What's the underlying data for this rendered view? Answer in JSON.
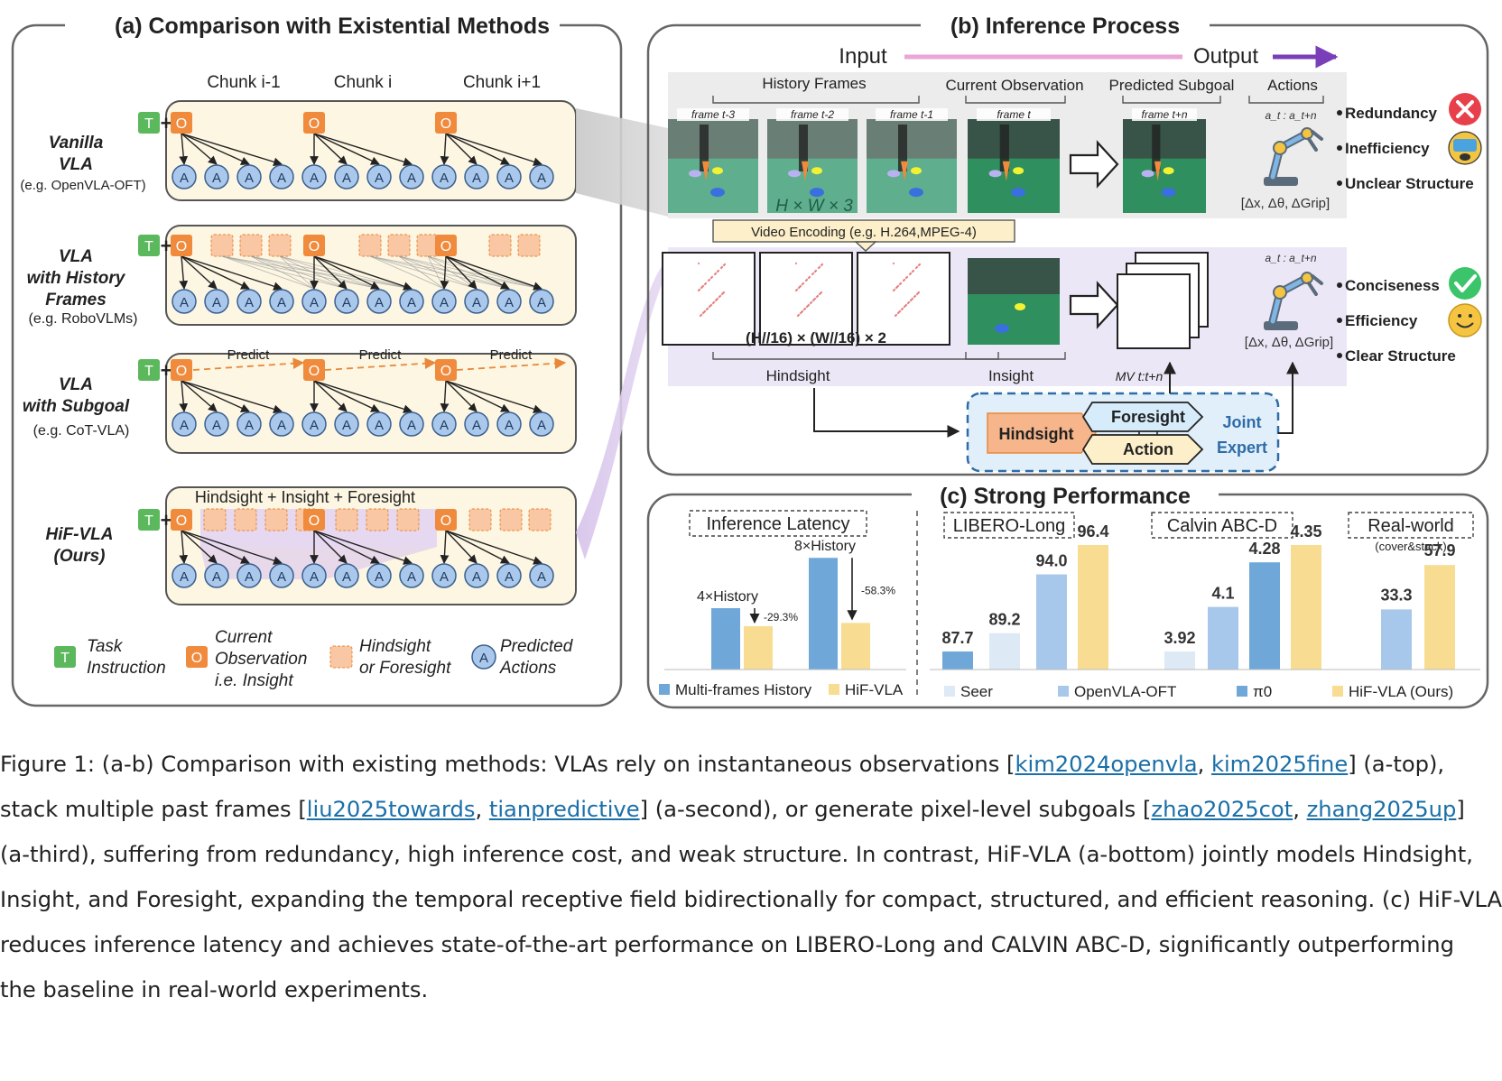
{
  "panel_a": {
    "title": "(a) Comparison with Existential Methods",
    "chunks": [
      "Chunk i-1",
      "Chunk i",
      "Chunk i+1"
    ],
    "rows": [
      {
        "name_lines": [
          "Vanilla",
          "VLA"
        ],
        "example": "(e.g. OpenVLA-OFT)"
      },
      {
        "name_lines": [
          "VLA",
          "with History",
          "Frames"
        ],
        "example": "(e.g. RoboVLMs)"
      },
      {
        "name_lines": [
          "VLA",
          "with Subgoal"
        ],
        "example": "(e.g. CoT-VLA)"
      },
      {
        "name_lines": [
          "HiF-VLA",
          "(Ours)"
        ],
        "example": ""
      }
    ],
    "predict_label": "Predict",
    "hif_label": "Hindsight + Insight + Foresight",
    "token_t": "T",
    "token_o": "O",
    "token_a": "A",
    "legend": {
      "task": [
        "Task",
        "Instruction"
      ],
      "obs": [
        "Current",
        "Observation",
        "i.e. Insight"
      ],
      "hind": [
        "Hindsight",
        "or Foresight"
      ],
      "pred": [
        "Predicted",
        "Actions"
      ]
    }
  },
  "panel_b": {
    "title": "(b) Inference Process",
    "input_label": "Input",
    "output_label": "Output",
    "history_frames": "History Frames",
    "current_obs": "Current Observation",
    "predicted_subgoal": "Predicted Subgoal",
    "actions": "Actions",
    "frames": [
      "frame t-3",
      "frame t-2",
      "frame t-1",
      "frame t",
      "frame t+n"
    ],
    "action_range": "a_t : a_t+n",
    "hwc": "H × W × 3",
    "delta_top": "[Δx, Δθ, ΔGrip]",
    "delta_bottom": "[Δx, Δθ, ΔGrip]",
    "video_encoding": "Video Encoding (e.g. H.264,MPEG-4)",
    "mv_dims": "(H//16) × (W//16) × 2",
    "hindsight": "Hindsight",
    "insight": "Insight",
    "mv_label": "MV t:t+n",
    "bad": [
      "Redundancy",
      "Inefficiency",
      "Unclear Structure"
    ],
    "good": [
      "Conciseness",
      "Efficiency",
      "Clear Structure"
    ],
    "expert": {
      "hindsight": "Hindsight",
      "foresight": "Foresight",
      "action": "Action",
      "joint": "Joint",
      "expert": "Expert"
    },
    "colors": {
      "bad": "#e8404a",
      "good": "#3cc46a",
      "input_arrow": "#e9a6d6",
      "output_arrow": "#7a3fb8"
    }
  },
  "panel_c": {
    "title": "(c) Strong Performance",
    "latency_title": "Inference Latency",
    "latency_labels": [
      "4×History",
      "8×History"
    ],
    "latency_reductions": [
      "-29.3%",
      "-58.3%"
    ],
    "latency_legend": [
      "Multi-frames History",
      "HiF-VLA"
    ],
    "bench_titles": [
      "LIBERO-Long",
      "Calvin ABC-D",
      "Real-world"
    ],
    "realworld_sub": "(cover&stack)",
    "legend": [
      "Seer",
      "OpenVLA-OFT",
      "π0",
      "HiF-VLA (Ours)"
    ],
    "colors": {
      "seer": "#dde9f5",
      "openvla": "#a7c8ea",
      "pi0": "#6fa8d8",
      "hif": "#f7dc92",
      "multi": "#6fa8d8"
    }
  },
  "chart_data": [
    {
      "type": "bar",
      "title": "Inference Latency",
      "categories": [
        "4×History",
        "8×History"
      ],
      "series": [
        {
          "name": "Multi-frames History",
          "values": [
            1.0,
            1.82
          ]
        },
        {
          "name": "HiF-VLA",
          "values": [
            0.707,
            0.76
          ]
        }
      ],
      "annotations": [
        "-29.3%",
        "-58.3%"
      ]
    },
    {
      "type": "bar",
      "title": "LIBERO-Long",
      "categories": [
        "Seer",
        "OpenVLA-OFT",
        "π0",
        "HiF-VLA (Ours)"
      ],
      "values": [
        89.2,
        94.0,
        87.7,
        96.4
      ],
      "value_labels": [
        "89.2",
        "94.0",
        "87.7",
        "96.4"
      ]
    },
    {
      "type": "bar",
      "title": "Calvin ABC-D",
      "categories": [
        "Seer",
        "OpenVLA-OFT",
        "π0",
        "HiF-VLA (Ours)"
      ],
      "values": [
        3.92,
        4.1,
        4.28,
        4.35
      ],
      "value_labels": [
        "3.92",
        "4.1",
        "4.28",
        "4.35"
      ]
    },
    {
      "type": "bar",
      "title": "Real-world (cover&stack)",
      "categories": [
        "OpenVLA-OFT",
        "HiF-VLA (Ours)"
      ],
      "values": [
        33.3,
        57.9
      ],
      "value_labels": [
        "33.3",
        "57.9"
      ]
    }
  ],
  "caption": {
    "l1_a": "Figure 1: (a-b) Comparison with existing methods: VLAs rely on instantaneous observations [",
    "ref1": "kim2024openvla",
    "ref2": "kim2025fine",
    "l1_b": "] (a-top),",
    "l2_a": "stack multiple past frames  [",
    "ref3": "liu2025towards",
    "ref4": "tianpredictive",
    "l2_b": "] (a-second), or generate pixel-level subgoals  [",
    "ref5": "zhao2025cot",
    "ref6": "zhang2025up",
    "l2_c": "]",
    "l3": "(a-third), suffering from redundancy, high inference cost, and weak structure. In contrast, HiF-VLA (a-bottom) jointly models Hindsight,",
    "l4": "Insight, and Foresight, expanding the temporal receptive field bidirectionally for compact, structured, and efficient reasoning. (c) HiF-VLA",
    "l5": "reduces inference latency and achieves state-of-the-art performance on LIBERO-Long and CALVIN ABC-D, significantly outperforming",
    "l6": "the baseline in real-world experiments.",
    "sep": ", "
  }
}
